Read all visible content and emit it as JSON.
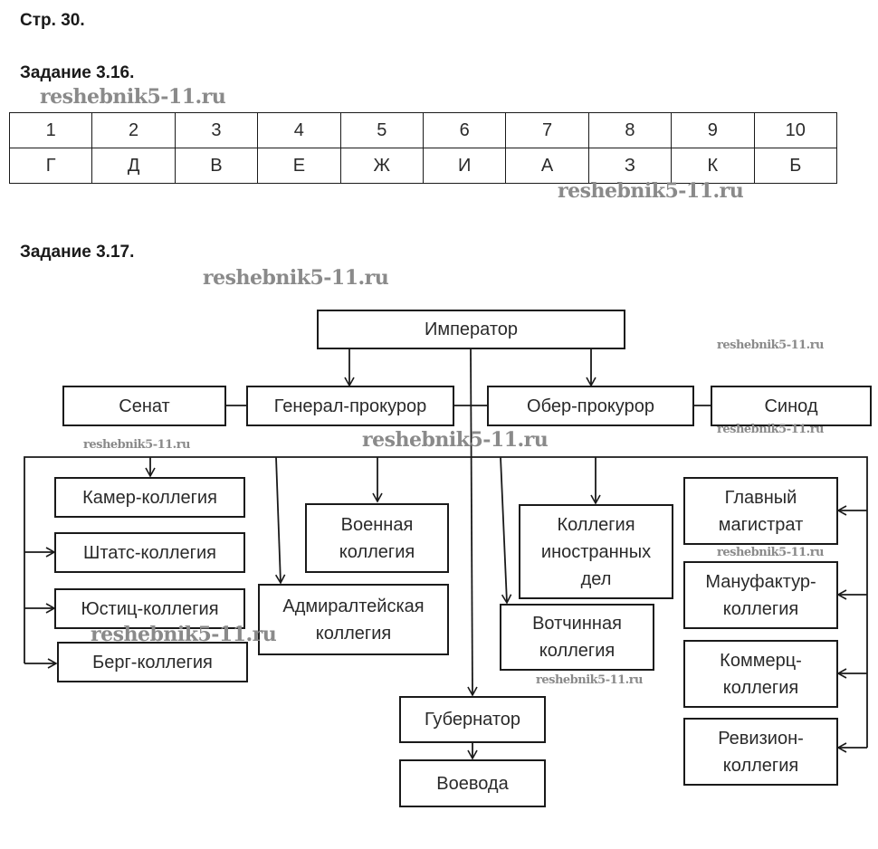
{
  "page_label": "Стр. 30.",
  "task_316": {
    "title": "Задание 3.16.",
    "numbers": [
      "1",
      "2",
      "3",
      "4",
      "5",
      "6",
      "7",
      "8",
      "9",
      "10"
    ],
    "letters": [
      "Г",
      "Д",
      "В",
      "Е",
      "Ж",
      "И",
      "А",
      "З",
      "К",
      "Б"
    ]
  },
  "task_317": {
    "title": "Задание 3.17.",
    "nodes": {
      "emperor": "Император",
      "senate": "Сенат",
      "procurator_general": "Генерал-прокурор",
      "chief_procurator": "Обер-прокурор",
      "synod": "Синод",
      "kamer": "Камер-коллегия",
      "shtats": "Штатс-коллегия",
      "justits": "Юстиц-коллегия",
      "berg": "Берг-коллегия",
      "military": "Военная коллегия",
      "admiralty": "Адмиралтейская коллегия",
      "foreign": "Коллегия иностранных дел",
      "votchina": "Вотчинная коллегия",
      "magistrat": "Главный магистрат",
      "manufaktur": "Мануфактур-коллегия",
      "kommerts": "Коммерц-коллегия",
      "revizion": "Ревизион-коллегия",
      "governor": "Губернатор",
      "voevoda": "Воевода"
    }
  },
  "watermark": "reshebnik5-11.ru"
}
